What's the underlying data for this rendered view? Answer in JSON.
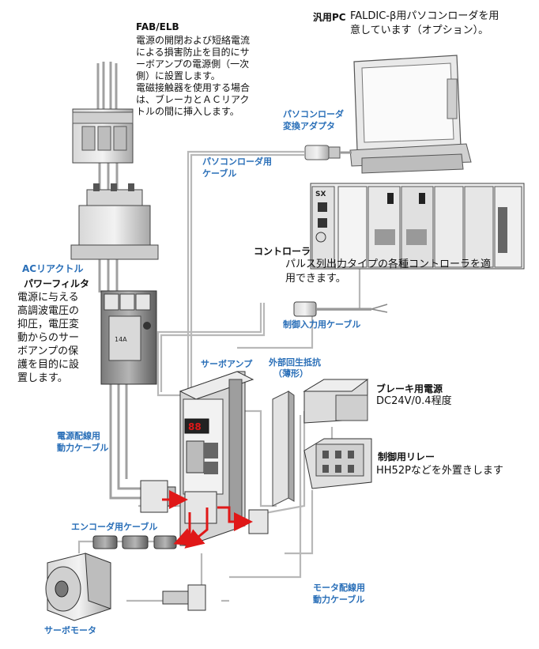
{
  "fab": {
    "title": "FAB/ELB",
    "desc": [
      "電源の開閉および短絡電流",
      "による損害防止を目的にサ",
      "ーボアンプの電源側（一次",
      "側）に設置します。",
      "電磁接触器を使用する場合",
      "は、ブレーカとＡＣリアク",
      "トルの間に挿入します。"
    ]
  },
  "pc": {
    "title": "汎用PC",
    "desc": [
      "FALDIC-β用パソコンローダを用",
      "意しています（オプション）。"
    ]
  },
  "adapter": {
    "label": [
      "パソコンローダ",
      "変換アダプタ"
    ]
  },
  "loader_cable": {
    "label": [
      "パソコンローダ用",
      "ケーブル"
    ]
  },
  "controller": {
    "title": "コントローラ",
    "desc": [
      "パルス列出力タイプの各種コントローラを適",
      "用できます。"
    ]
  },
  "ac_reactor": {
    "label": "ACリアクトル"
  },
  "power_filter": {
    "title": "パワーフィルタ",
    "desc": [
      "電源に与える",
      "高調波電圧の",
      "抑圧，電圧変",
      "動からのサー",
      "ボアンプの保",
      "護を目的に設",
      "置します。"
    ]
  },
  "control_cable": {
    "label": "制御入力用ケーブル"
  },
  "servo_amp": {
    "label": "サーボアンプ"
  },
  "ext_resistor": {
    "label": [
      "外部回生抵抗",
      "（薄形）"
    ]
  },
  "brake_power": {
    "title": "ブレーキ用電源",
    "desc": "DC24V/0.4程度"
  },
  "power_cable": {
    "label": [
      "電源配線用",
      "動力ケーブル"
    ]
  },
  "relay": {
    "title": "制御用リレー",
    "desc": "HH52Pなどを外置きします"
  },
  "encoder_cable": {
    "label": "エンコーダ用ケーブル"
  },
  "motor_cable": {
    "label": [
      "モータ配線用",
      "動力ケーブル"
    ]
  },
  "servo_motor": {
    "label": "サーボモータ"
  },
  "device_text": {
    "controller_brand": "SX",
    "filter_rating": "14A",
    "amp_display": "88"
  },
  "colors": {
    "accent_blue": "#2a6fb8",
    "arrow_red": "#e01818",
    "cable_gray": "#9a9a9a"
  }
}
